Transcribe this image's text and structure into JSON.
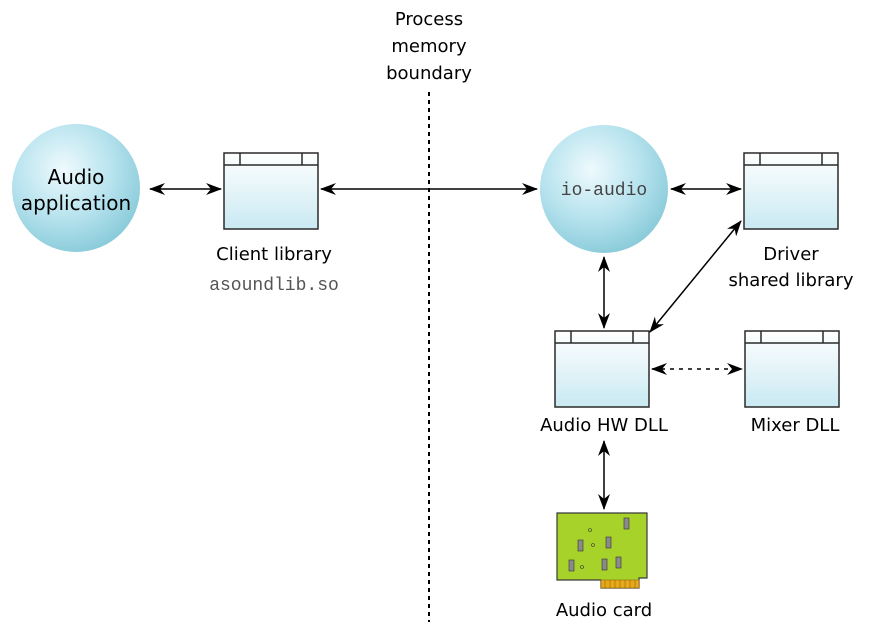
{
  "boundary": {
    "line1": "Process",
    "line2": "memory",
    "line3": "boundary"
  },
  "nodes": {
    "audio_app": {
      "line1": "Audio",
      "line2": "application"
    },
    "client_lib": {
      "label": "Client library",
      "filename": "asoundlib.so"
    },
    "io_audio": {
      "label": "io-audio"
    },
    "driver_lib": {
      "line1": "Driver",
      "line2": "shared library"
    },
    "hw_dll": {
      "label": "Audio HW DLL"
    },
    "mixer_dll": {
      "label": "Mixer DLL"
    },
    "audio_card": {
      "label": "Audio card"
    }
  },
  "colors": {
    "sphere_light": "#e9f8fb",
    "sphere_dark": "#8fd0de",
    "box_top": "#f8fdff",
    "box_bottom": "#cdebf3",
    "box_border": "#2a2a2a",
    "card_green": "#a6d22a",
    "card_gold": "#e9a81a",
    "chip_gray": "#8a8a8a"
  },
  "icons": [
    "sphere-icon",
    "library-module-icon",
    "sound-card-icon"
  ]
}
